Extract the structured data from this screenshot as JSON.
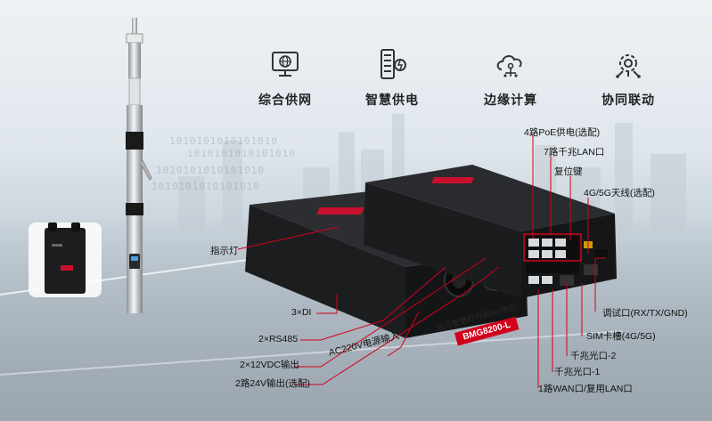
{
  "features": [
    {
      "label": "综合供网",
      "icon": "monitor-network-icon"
    },
    {
      "label": "智慧供电",
      "icon": "power-supply-icon"
    },
    {
      "label": "边缘计算",
      "icon": "edge-cloud-icon"
    },
    {
      "label": "协同联动",
      "icon": "collaboration-gear-icon"
    }
  ],
  "product": {
    "model": "BMG8200-L",
    "name": "信马智慧灯杆网关(横型)"
  },
  "callouts": {
    "poe": "4路PoE供电(选配)",
    "lan": "7路千兆LAN口",
    "reset": "复位键",
    "antenna": "4G/5G天线(选配)",
    "indicator": "指示灯",
    "di": "3×DI",
    "rs485": "2×RS485",
    "vdc": "2×12VDC输出",
    "v24": "2路24V输出(选配)",
    "ac": "AC220V电源输入",
    "debug": "调试口(RX/TX/GND)",
    "sim": "SIM卡槽(4G/5G)",
    "fiber2": "千兆光口-2",
    "fiber1": "千兆光口-1",
    "wan": "1路WAN口/复用LAN口"
  },
  "binary_text": "1010101010101010"
}
